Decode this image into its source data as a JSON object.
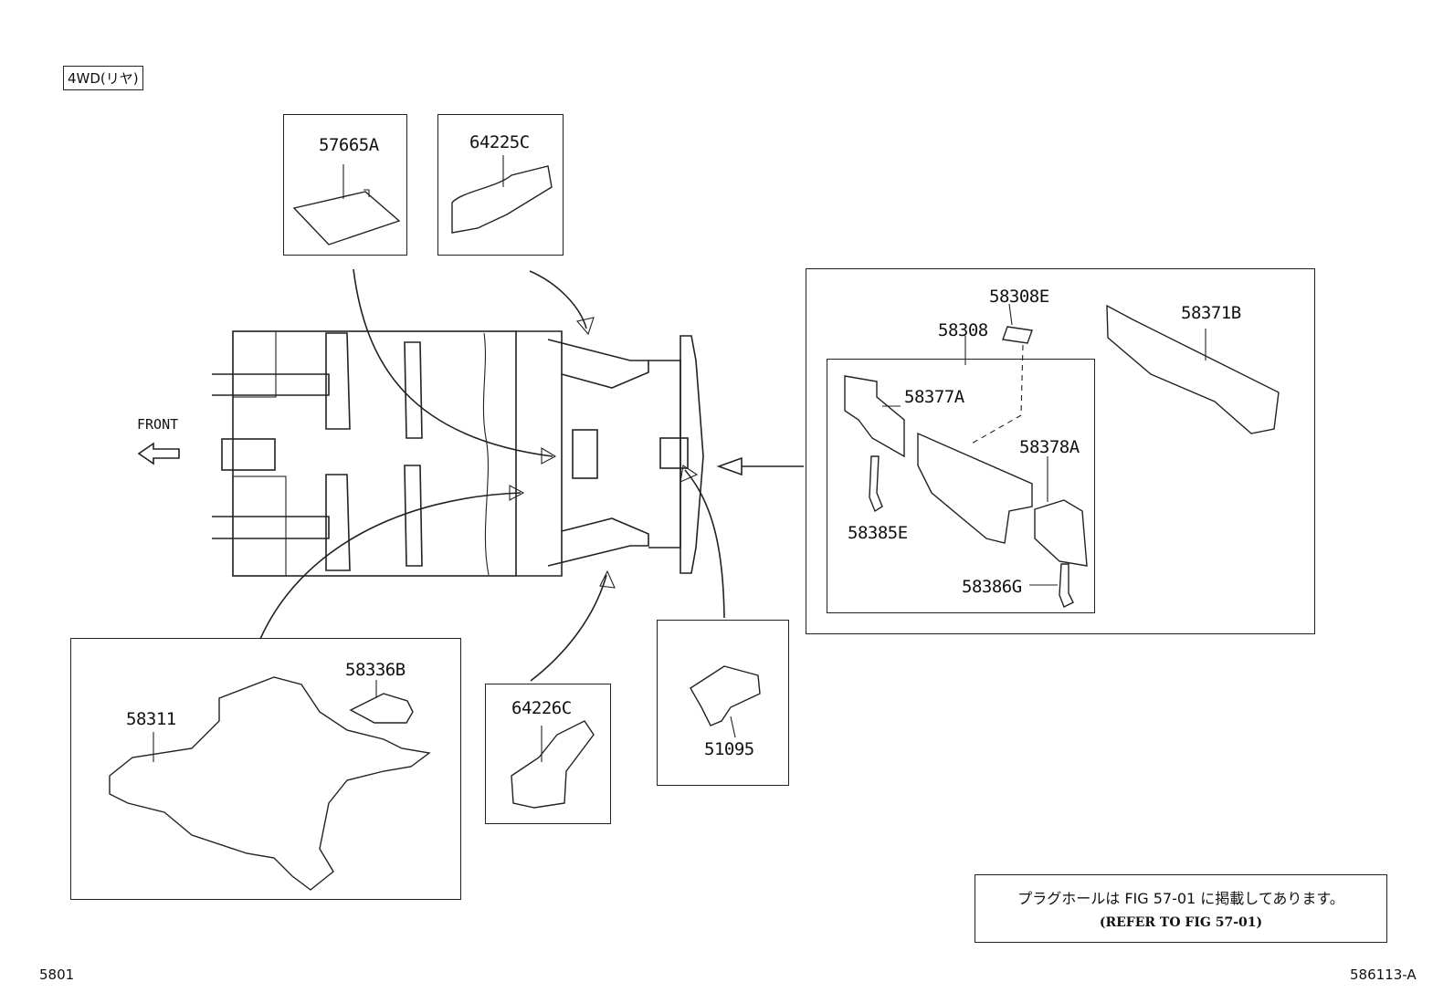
{
  "header": {
    "variant_tag": "4WD(リヤ)"
  },
  "front_label": "FRONT",
  "parts": {
    "p57665A": "57665A",
    "p64225C": "64225C",
    "p58308E": "58308E",
    "p58308": "58308",
    "p58371B": "58371B",
    "p58377A": "58377A",
    "p58378A": "58378A",
    "p58385E": "58385E",
    "p58386G": "58386G",
    "p58336B": "58336B",
    "p58311": "58311",
    "p64226C": "64226C",
    "p51095": "51095"
  },
  "note": {
    "japanese": "プラグホールは FIG 57-01 に掲載してあります。",
    "english": "(REFER TO FIG 57-01)"
  },
  "footer": {
    "left_code": "5801",
    "right_code": "586113-A"
  }
}
